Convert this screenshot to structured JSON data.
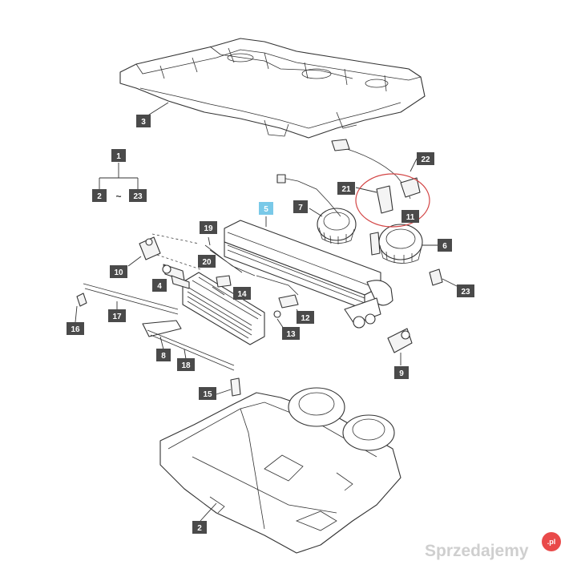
{
  "diagram": {
    "labels": {
      "l1": "1",
      "l2a": "2",
      "tilde": "~",
      "l23a": "23",
      "l3": "3",
      "l2b": "2",
      "l4": "4",
      "l5": "5",
      "l6": "6",
      "l7": "7",
      "l8": "8",
      "l9": "9",
      "l10": "10",
      "l11": "11",
      "l12": "12",
      "l13": "13",
      "l14": "14",
      "l15": "15",
      "l16": "16",
      "l17": "17",
      "l18": "18",
      "l19": "19",
      "l20": "20",
      "l21": "21",
      "l22": "22",
      "l23b": "23"
    },
    "highlight_color": "#79c9e8",
    "callout_color": "#d34545"
  },
  "watermark": {
    "text": "Sprzedajemy",
    "suffix": ".pl"
  }
}
